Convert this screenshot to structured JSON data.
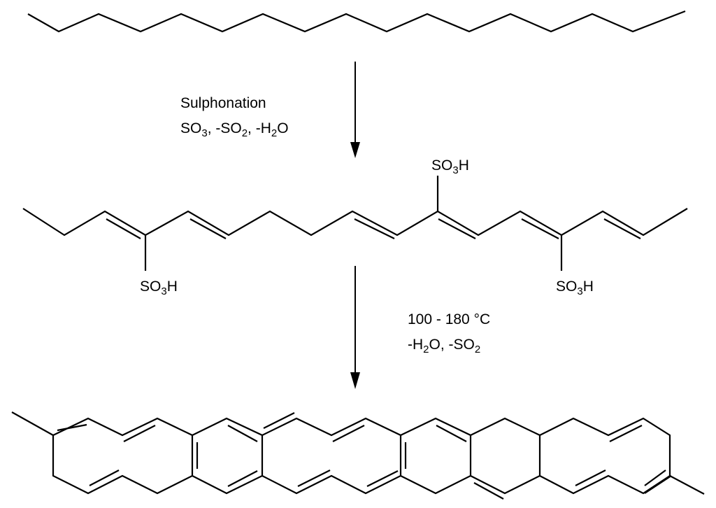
{
  "reaction": {
    "step1": {
      "title": "Sulphonation",
      "reagents": [
        {
          "text": "SO"
        },
        {
          "sub": "3"
        },
        {
          "text": ", -SO"
        },
        {
          "sub": "2"
        },
        {
          "text": ", -H"
        },
        {
          "sub": "2"
        },
        {
          "text": "O"
        }
      ]
    },
    "step2": {
      "conditions": "100 - 180 °C",
      "reagents": [
        {
          "text": "-H"
        },
        {
          "sub": "2"
        },
        {
          "text": "O, -SO"
        },
        {
          "sub": "2"
        }
      ]
    },
    "sulfonic_group": {
      "prefix": "SO",
      "subscript": "3",
      "suffix": "H"
    }
  }
}
